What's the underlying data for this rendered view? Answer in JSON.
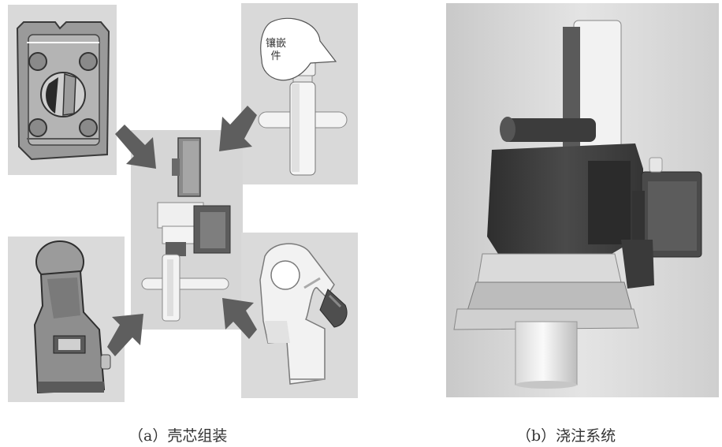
{
  "panels": [
    {
      "id": "a",
      "caption": "（a）壳芯组装"
    },
    {
      "id": "b",
      "caption": "（b）浇注系统"
    }
  ],
  "callout": {
    "line1": "镶嵌",
    "line2": "件"
  },
  "colors": {
    "tile_bg": "#dcdcdc",
    "part_light": "#f4f4f4",
    "part_mid": "#b9b9b9",
    "part_dark": "#4a4a4a",
    "arrow": "#5e5e5e"
  }
}
